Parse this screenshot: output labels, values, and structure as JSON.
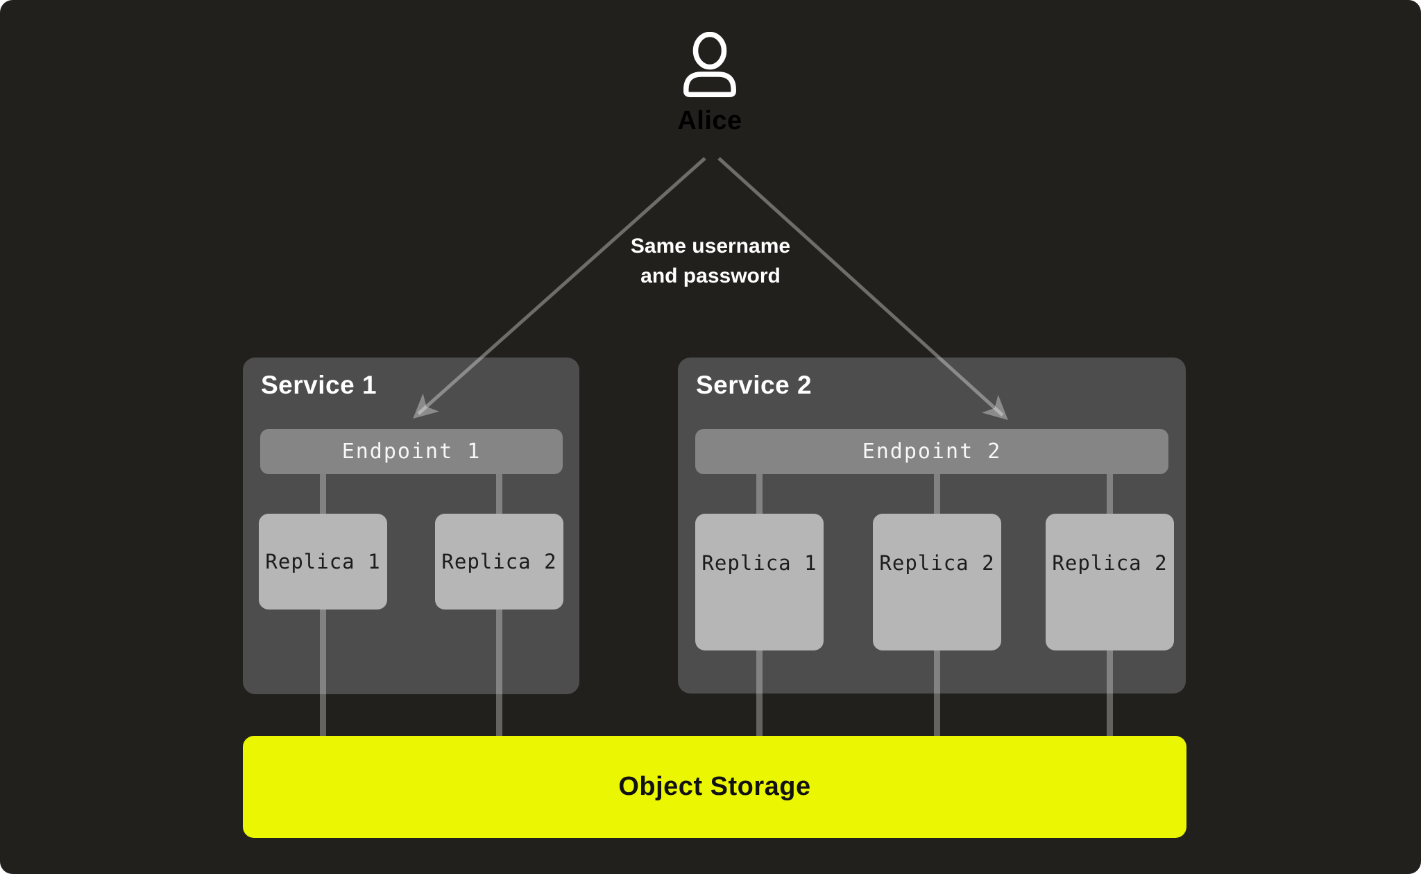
{
  "colors": {
    "canvas_background": "#21201c",
    "service_box": "#4d4d4d",
    "endpoint_bar": "#858585",
    "replica_box": "#b6b6b6",
    "storage_yellow": "#ebf702",
    "connector_gray": "#6f6f6f",
    "text_white": "#ffffff",
    "text_dark": "#1c1c1c"
  },
  "user": {
    "name": "Alice",
    "icon": "person-icon"
  },
  "annotation": {
    "line1": "Same username",
    "line2": "and password"
  },
  "services": [
    {
      "title": "Service 1",
      "endpoint": "Endpoint 1",
      "replicas": [
        "Replica 1",
        "Replica 2"
      ]
    },
    {
      "title": "Service 2",
      "endpoint": "Endpoint 2",
      "replicas": [
        "Replica 1",
        "Replica 2",
        "Replica 2"
      ]
    }
  ],
  "storage": {
    "label": "Object Storage"
  }
}
